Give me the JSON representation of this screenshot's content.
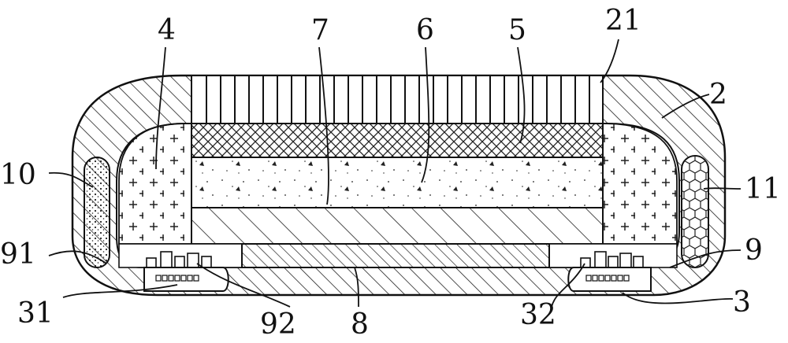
{
  "labels": {
    "l4": "4",
    "l7": "7",
    "l6": "6",
    "l5": "5",
    "l21": "21",
    "l2": "2",
    "l10": "10",
    "l11": "11",
    "l91": "91",
    "l9": "9",
    "l31": "31",
    "l92": "92",
    "l8": "8",
    "l32": "32",
    "l3": "3"
  }
}
